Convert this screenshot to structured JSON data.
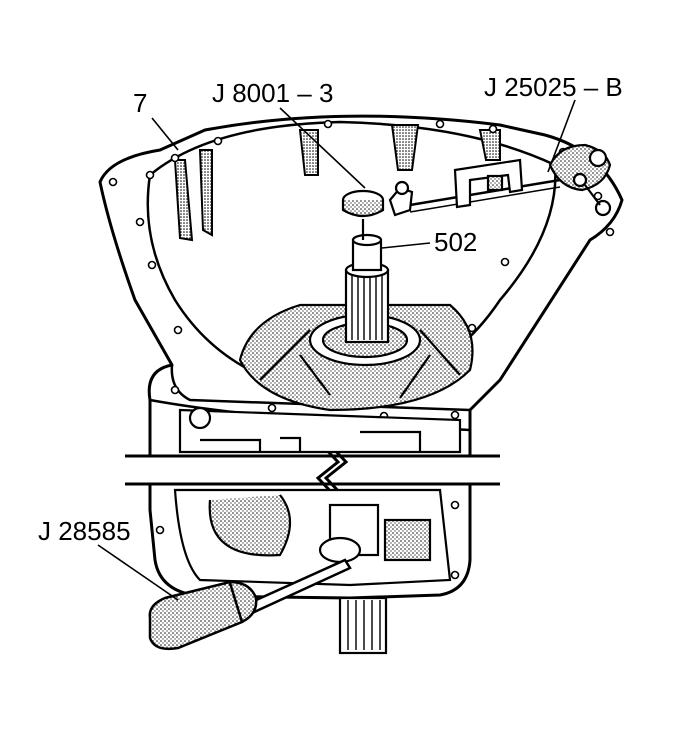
{
  "diagram": {
    "callouts": {
      "housing": "7",
      "dial_indicator": "J 8001 – 3",
      "indicator_mount": "J 25025 – B",
      "shaft": "502",
      "pry_tool": "J 28585"
    }
  }
}
